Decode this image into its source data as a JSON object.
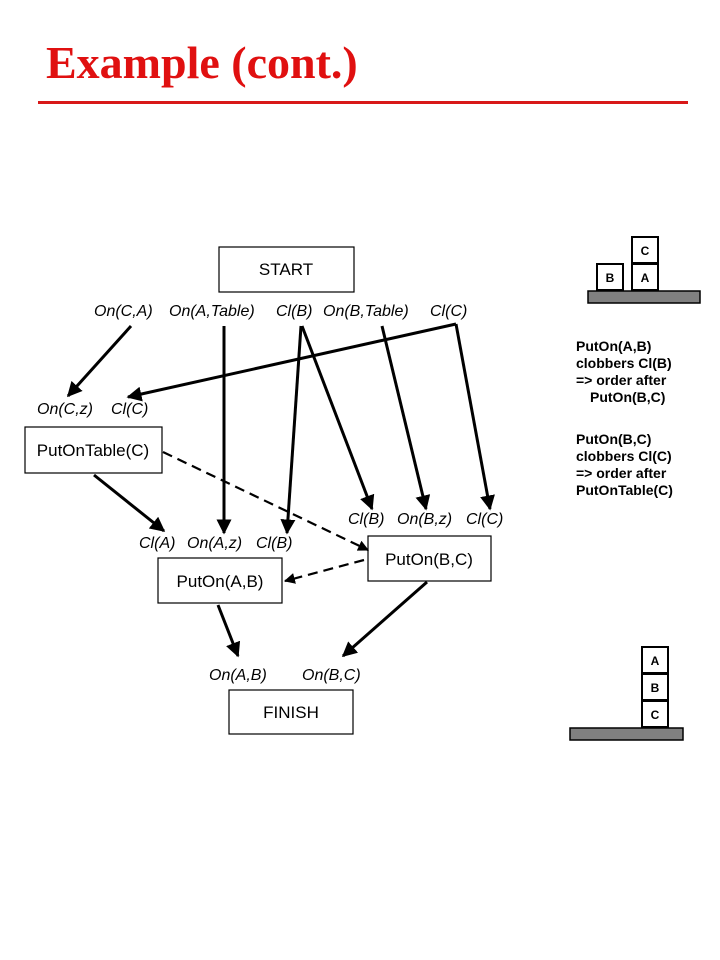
{
  "title": "Example (cont.)",
  "nodes": {
    "start": "START",
    "finish": "FINISH",
    "putontable_c": "PutOnTable(C)",
    "puton_ab": "PutOn(A,B)",
    "puton_bc": "PutOn(B,C)"
  },
  "conditions": {
    "start_on_c_a": "On(C,A)",
    "start_on_a_table": "On(A,Table)",
    "start_cl_b": "Cl(B)",
    "start_on_b_table": "On(B,Table)",
    "start_cl_c": "Cl(C)",
    "pot_on_c_z": "On(C,z)",
    "pot_cl_c": "Cl(C)",
    "ab_cl_a": "Cl(A)",
    "ab_on_a_z": "On(A,z)",
    "ab_cl_b": "Cl(B)",
    "bc_cl_b": "Cl(B)",
    "bc_on_b_z": "On(B,z)",
    "bc_cl_c": "Cl(C)",
    "finish_on_a_b": "On(A,B)",
    "finish_on_b_c": "On(B,C)"
  },
  "notes": {
    "note1": [
      "PutOn(A,B)",
      "clobbers Cl(B)",
      "=> order after",
      "PutOn(B,C)"
    ],
    "note2": [
      "PutOn(B,C)",
      "clobbers Cl(C)",
      "=> order after",
      "PutOnTable(C)"
    ]
  },
  "initial_blocks": {
    "top": "C",
    "left": "B",
    "right": "A"
  },
  "goal_blocks": {
    "top": "A",
    "middle": "B",
    "bottom": "C"
  },
  "colors": {
    "title": "#e01010",
    "rule": "#d81818",
    "table": "#808080"
  }
}
